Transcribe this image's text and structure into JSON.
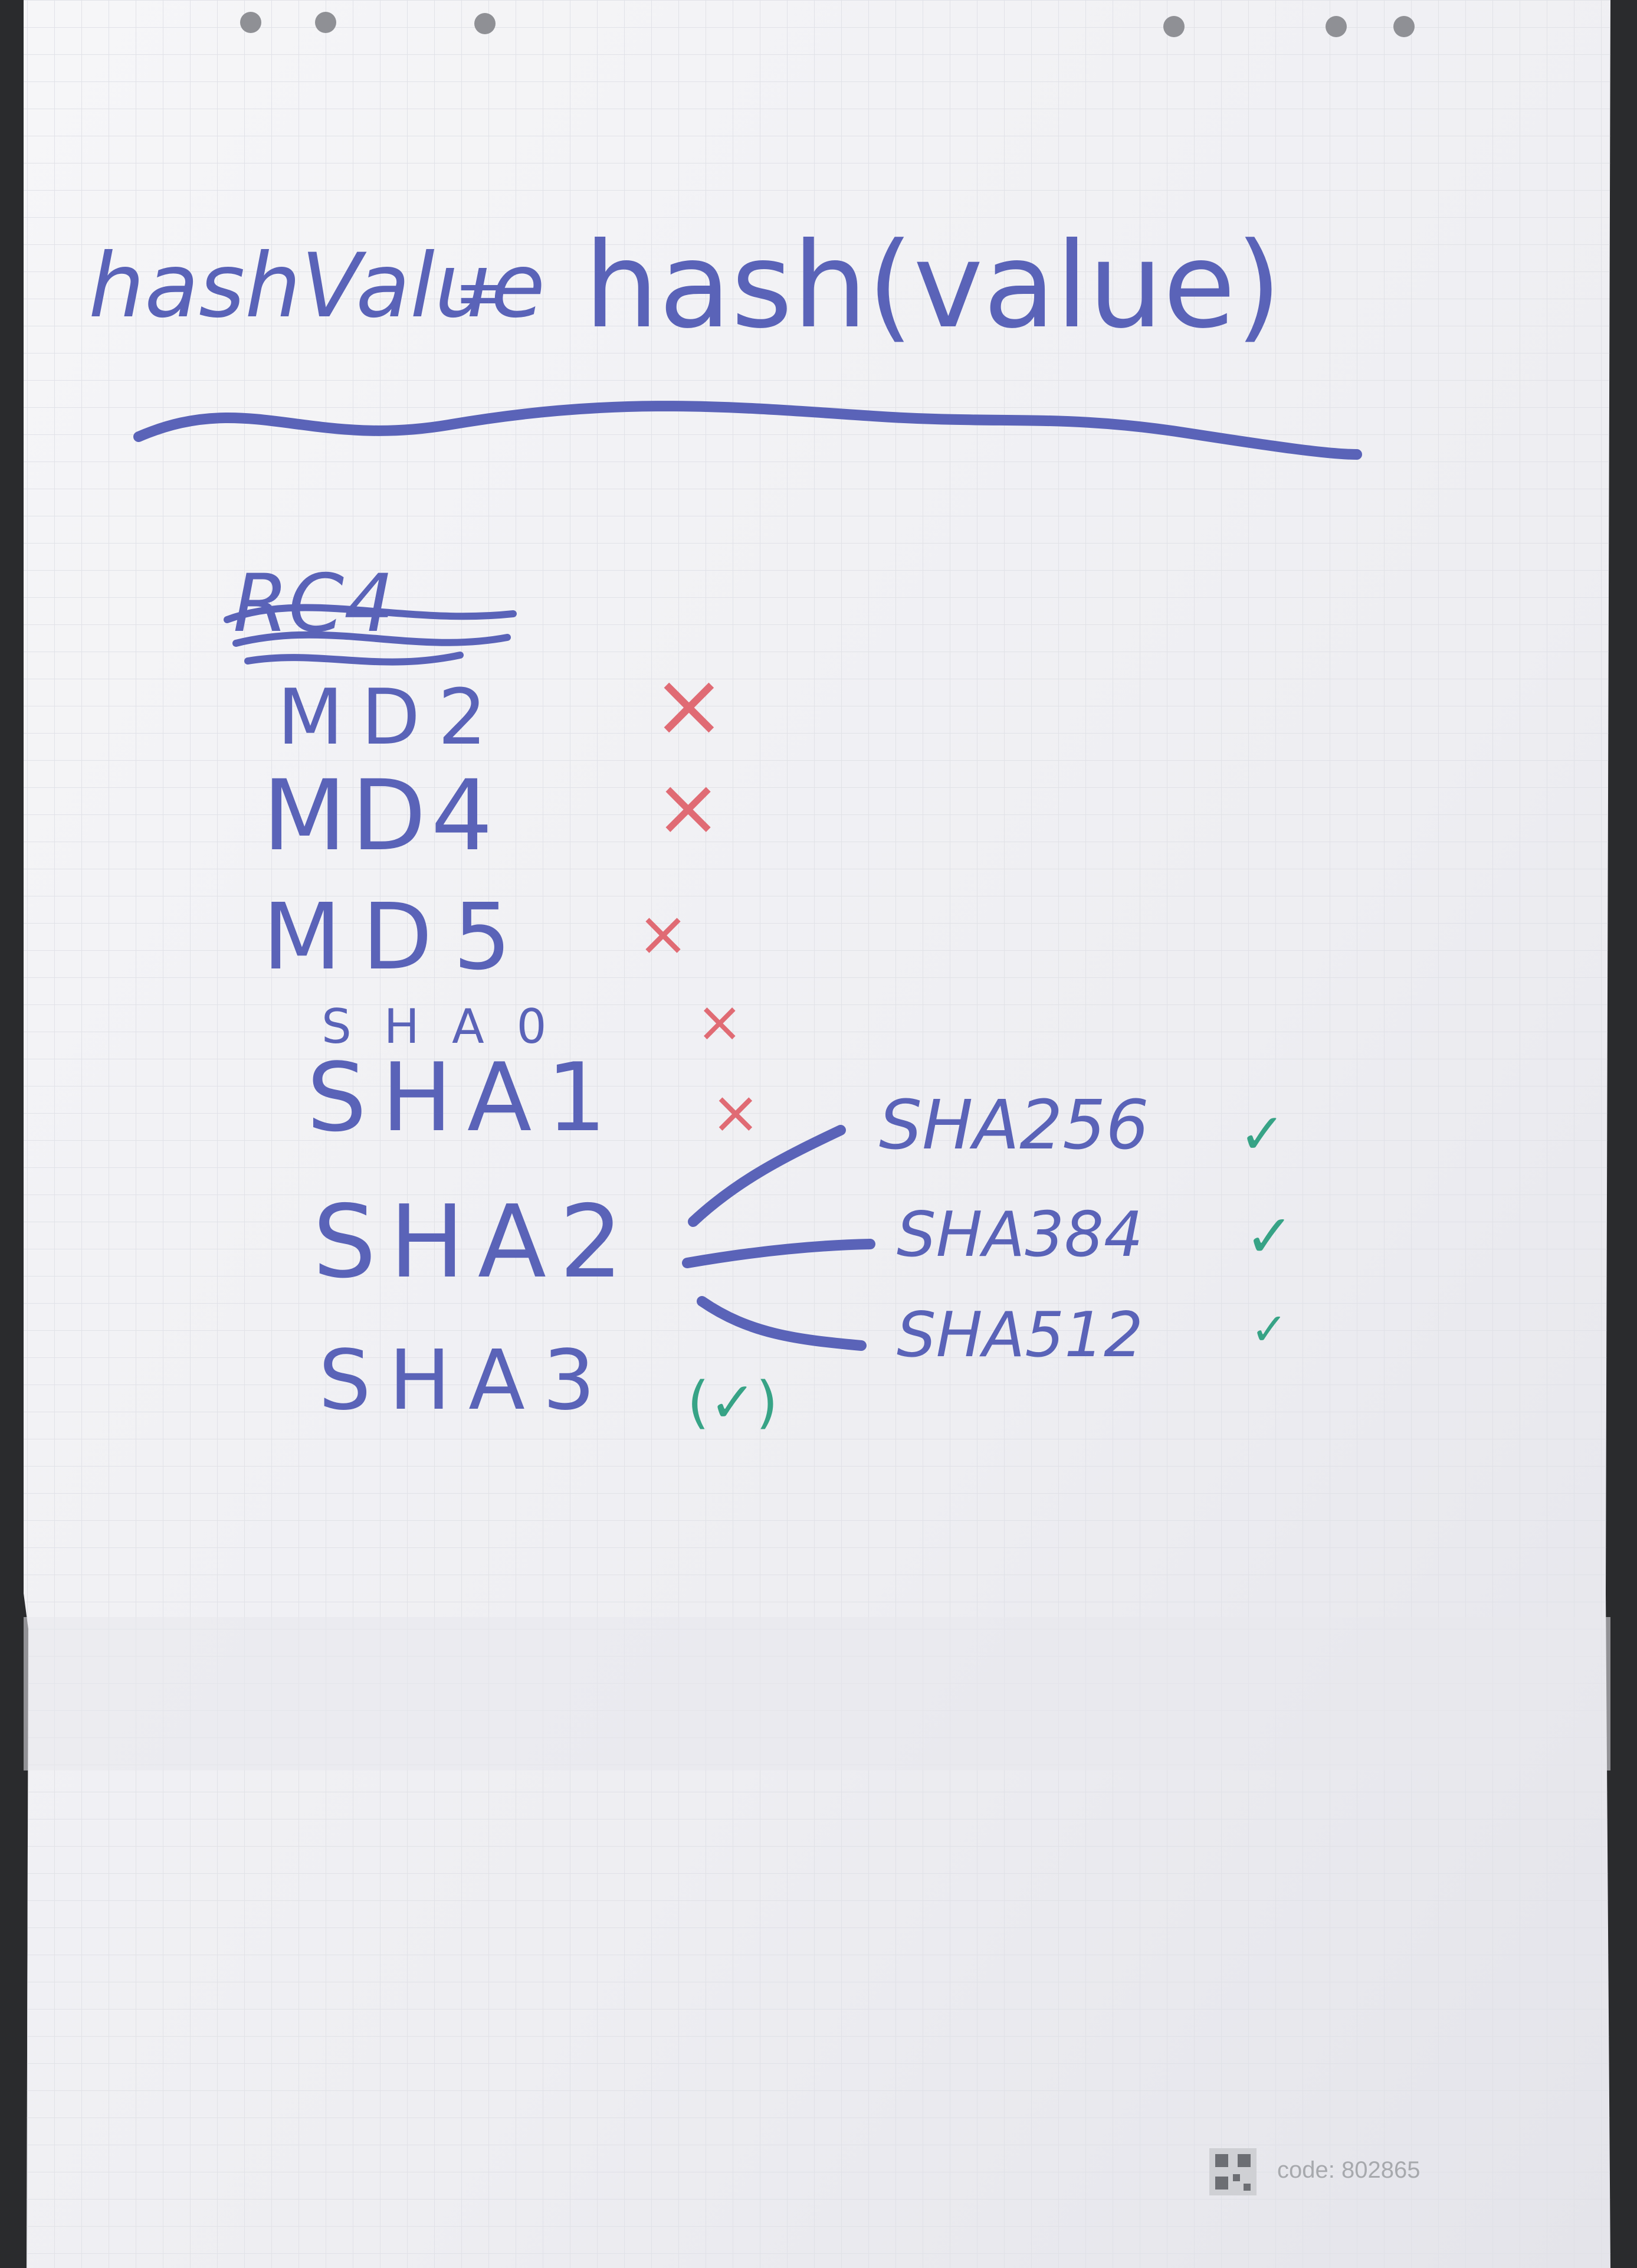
{
  "sheet": {
    "heading_left": "hashValue",
    "heading_equals": "=",
    "heading_right": "hash(value)",
    "struck_word": "RC4",
    "algorithms": [
      {
        "name": "MD2",
        "mark": "×"
      },
      {
        "name": "MD4",
        "mark": "×"
      },
      {
        "name": "MD5",
        "mark": "×"
      },
      {
        "name": "SHA0",
        "mark": "×"
      },
      {
        "name": "SHA1",
        "mark": "×"
      },
      {
        "name": "SHA2",
        "mark": ""
      },
      {
        "name": "SHA3",
        "mark": "(✓)"
      }
    ],
    "sha2_variants": [
      {
        "name": "SHA256",
        "mark": "✓"
      },
      {
        "name": "SHA384",
        "mark": "✓"
      },
      {
        "name": "SHA512",
        "mark": "✓"
      }
    ],
    "footer_code": "code: 802865"
  },
  "colors": {
    "ink_blue": "#5a63b8",
    "red_mark": "#e06b74",
    "green_mark": "#37a386",
    "paper": "#f3f3f6",
    "grid": "#dfe0e6",
    "background": "#2a2b2d"
  }
}
